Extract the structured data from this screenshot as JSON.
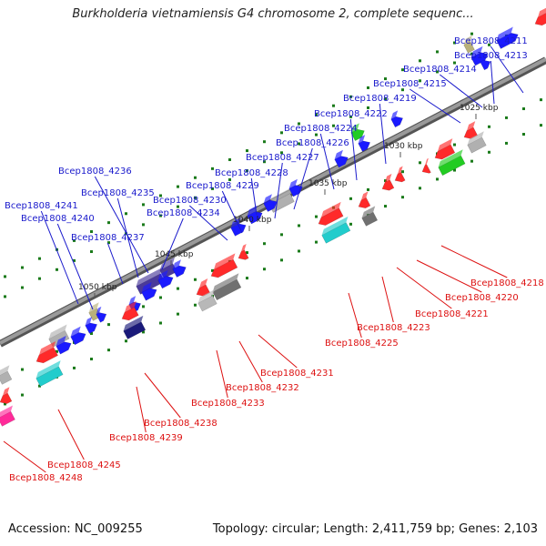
{
  "title": "Burkholderia vietnamiensis G4 chromosome 2, complete sequenc...",
  "footer": {
    "accession": "Accession: NC_009255",
    "summary": "Topology: circular; Length: 2,411,759 bp; Genes: 2,103"
  },
  "colors": {
    "forward": "#1a1aff",
    "reverse": "#ff1a1a",
    "backbone": "#8a8a8a",
    "tick": "#1a7a1a",
    "label_forward": "#1a1acc",
    "label_reverse": "#dd1111"
  },
  "ticks": [
    "1025 kbp",
    "1030 kbp",
    "1035 kbp",
    "1040 kbp",
    "1045 kbp",
    "1050 kbp"
  ],
  "forward_labels": [
    "Bcep1808_4211",
    "Bcep1808_4213",
    "Bcep1808_4214",
    "Bcep1808_4215",
    "Bcep1808_4219",
    "Bcep1808_4222",
    "Bcep1808_4224",
    "Bcep1808_4226",
    "Bcep1808_4227",
    "Bcep1808_4228",
    "Bcep1808_4229",
    "Bcep1808_4230",
    "Bcep1808_4234",
    "Bcep1808_4235",
    "Bcep1808_4236",
    "Bcep1808_4237",
    "Bcep1808_4240",
    "Bcep1808_4241"
  ],
  "reverse_labels": [
    "Bcep1808_4218",
    "Bcep1808_4220",
    "Bcep1808_4221",
    "Bcep1808_4223",
    "Bcep1808_4225",
    "Bcep1808_4231",
    "Bcep1808_4232",
    "Bcep1808_4233",
    "Bcep1808_4238",
    "Bcep1808_4239",
    "Bcep1808_4245",
    "Bcep1808_4248"
  ]
}
